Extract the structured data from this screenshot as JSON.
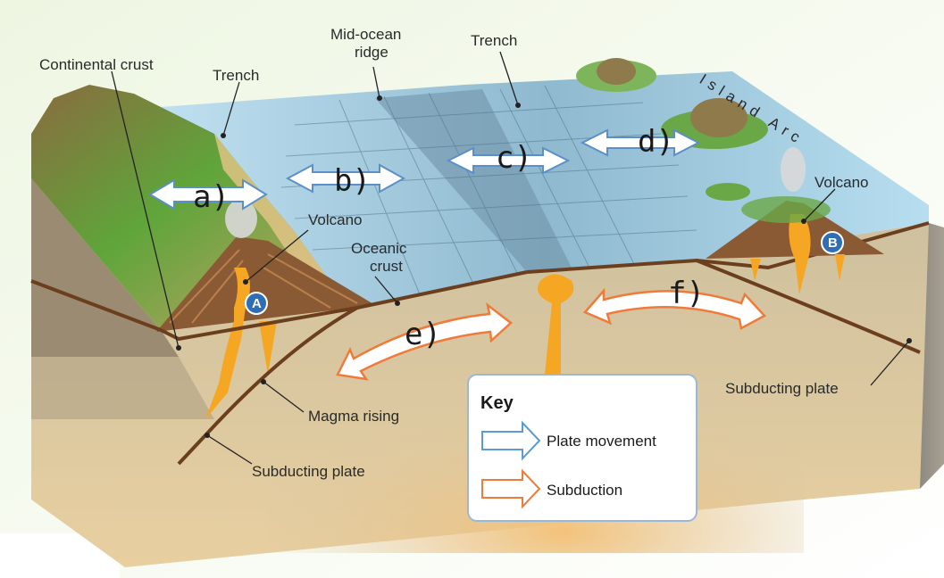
{
  "labels": {
    "continental_crust": "Continental crust",
    "trench_left": "Trench",
    "mid_ocean_ridge_line1": "Mid-ocean",
    "mid_ocean_ridge_line2": "ridge",
    "trench_right": "Trench",
    "island_arc": "Island Arc",
    "volcano_left": "Volcano",
    "volcano_right": "Volcano",
    "oceanic_crust_line1": "Oceanic",
    "oceanic_crust_line2": "crust",
    "magma_rising": "Magma rising",
    "subducting_plate_left": "Subducting plate",
    "subducting_plate_right": "Subducting plate"
  },
  "markers": {
    "a": "a)",
    "b": "b)",
    "c": "c)",
    "d": "d)",
    "e": "e)",
    "f": "f)"
  },
  "badges": {
    "left": "A",
    "right": "B"
  },
  "key": {
    "title": "Key",
    "items": [
      {
        "label": "Plate movement",
        "color": "#5b9bd5"
      },
      {
        "label": "Subduction",
        "color": "#f07a3a"
      }
    ]
  },
  "colors": {
    "ocean": "#a9d4ea",
    "earth_front": "#c9b99a",
    "magma": "#f5a623",
    "plate_line": "#6b3f1e",
    "badge": "#2f6db5"
  }
}
